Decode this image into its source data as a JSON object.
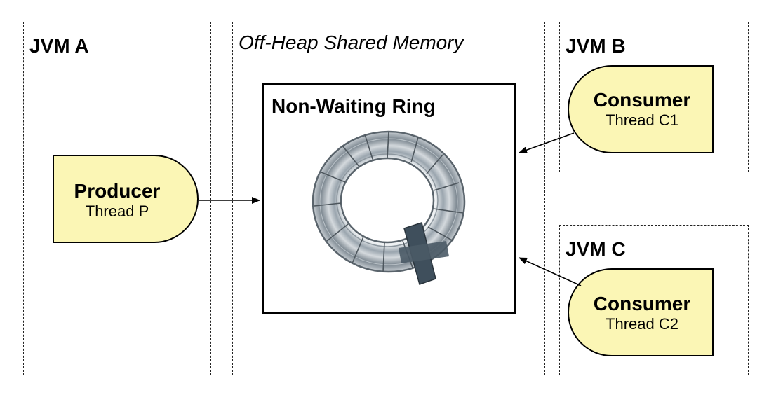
{
  "regions": {
    "jvm_a": "JVM A",
    "offheap": "Off-Heap Shared Memory",
    "jvm_b": "JVM B",
    "jvm_c": "JVM C"
  },
  "ring": {
    "title": "Non-Waiting Ring"
  },
  "producer": {
    "title": "Producer",
    "subtitle": "Thread P"
  },
  "consumer_c1": {
    "title": "Consumer",
    "subtitle": "Thread C1"
  },
  "consumer_c2": {
    "title": "Consumer",
    "subtitle": "Thread C2"
  },
  "colors": {
    "node_fill": "#fbf6b5",
    "ring_tube": "#7f8b97",
    "ring_tape": "#3f4f5c"
  }
}
